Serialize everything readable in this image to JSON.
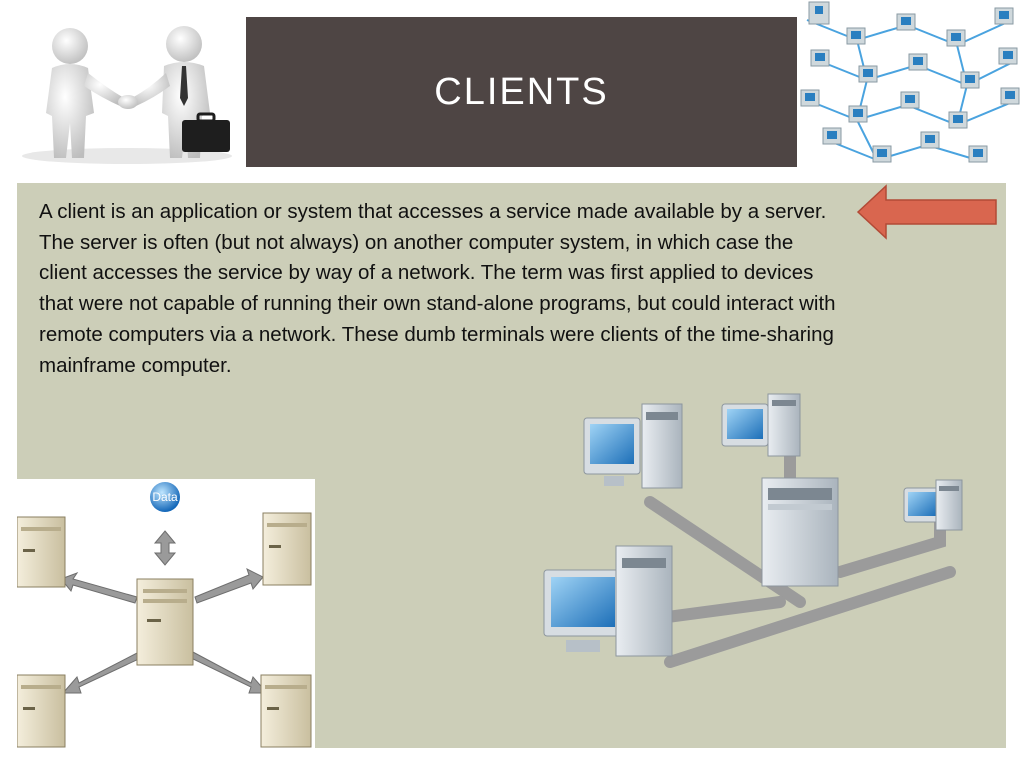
{
  "slide": {
    "title": "CLIENTS",
    "body": "A client is an application or system that accesses a service made available by a server. The server is often (but not always) on another computer system, in which case the client accesses the service by way of a network. The term was first applied to devices that were not capable of running their own stand-alone programs, but could interact with remote computers via a network. These dumb terminals were clients of the time-sharing mainframe computer."
  },
  "diagram": {
    "data_label": "Data"
  },
  "colors": {
    "title_bar": "#4e4544",
    "panel": "#ccceb8",
    "arrow": "#d9664f"
  },
  "icons": [
    "handshake-illustration",
    "arrow-left-icon",
    "server-icon",
    "computer-icon",
    "data-globe-icon"
  ]
}
